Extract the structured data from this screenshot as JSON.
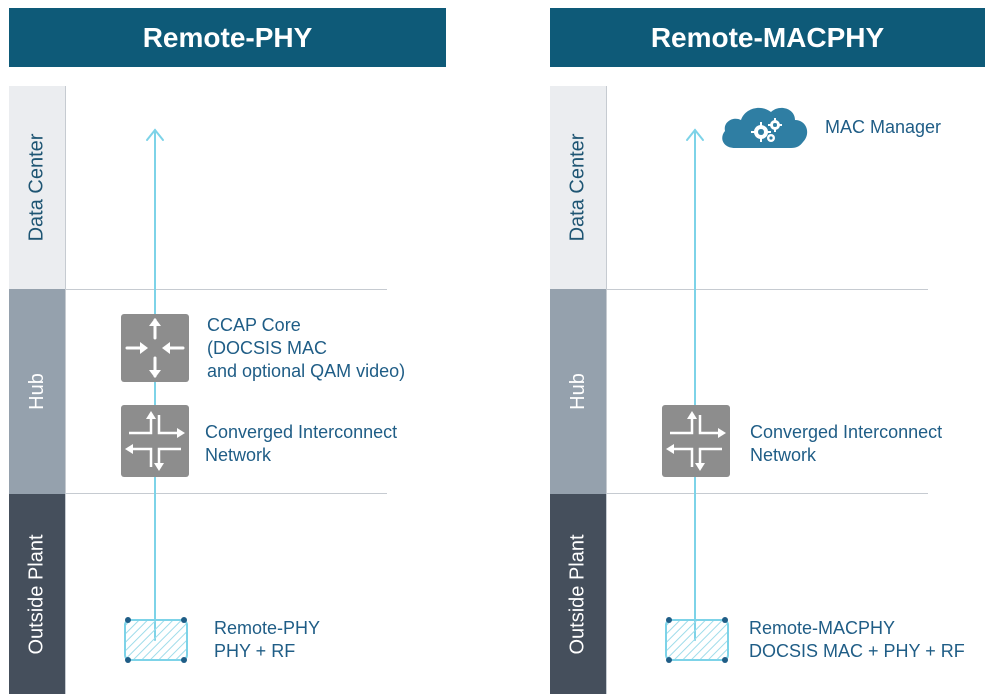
{
  "colors": {
    "header": "#0e5a78",
    "data_center_band": "#ebedf0",
    "hub_band": "#95a1ad",
    "outside_plant_band": "#454f5c",
    "arrow": "#7dd3e8",
    "label_text": "#1f5d86",
    "device_gray": "#8d8d8d",
    "cloud": "#2f7ea3"
  },
  "left": {
    "title": "Remote-PHY",
    "bands": {
      "data_center": "Data Center",
      "hub": "Hub",
      "outside_plant": "Outside Plant"
    },
    "ccap": {
      "line1": "CCAP Core",
      "line2": "(DOCSIS MAC",
      "line3": "and optional QAM video)",
      "icon": "router-icon"
    },
    "cin": {
      "line1": "Converged Interconnect",
      "line2": "Network",
      "icon": "switch-icon"
    },
    "node": {
      "line1": "Remote-PHY",
      "line2": "PHY + RF",
      "icon": "node-device-icon"
    }
  },
  "right": {
    "title": "Remote-MACPHY",
    "bands": {
      "data_center": "Data Center",
      "hub": "Hub",
      "outside_plant": "Outside Plant"
    },
    "manager": {
      "label": "MAC Manager",
      "icon": "cloud-gears-icon"
    },
    "cin": {
      "line1": "Converged Interconnect",
      "line2": "Network",
      "icon": "switch-icon"
    },
    "node": {
      "line1": "Remote-MACPHY",
      "line2": "DOCSIS MAC + PHY + RF",
      "icon": "node-device-icon"
    }
  }
}
